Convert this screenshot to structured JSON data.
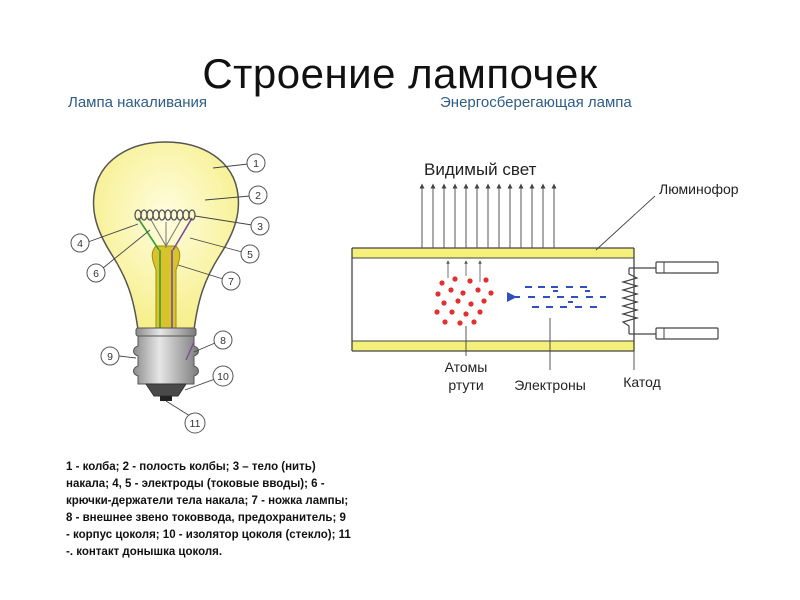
{
  "title": "Строение лампочек",
  "left_subtitle": "Лампа накаливания",
  "right_subtitle": "Энергосберегающая лампа",
  "bulb_markers": [
    "1",
    "2",
    "3",
    "4",
    "5",
    "6",
    "7",
    "8",
    "9",
    "10",
    "11"
  ],
  "legend_text": "1 - колба; 2 - полость колбы; 3 – тело (нить) накала; 4, 5 - электроды (токовые вводы); 6 - крючки-держатели тела накала; 7 - ножка лампы; 8 - внешнее звено токоввода, предохранитель; 9 - корпус цоколя; 10 - изолятор цоколя (стекло); 11 -. контакт донышка цоколя.",
  "tube_labels": {
    "visible_light": "Видимый свет",
    "phosphor": "Люминофор",
    "mercury_line1": "Атомы",
    "mercury_line2": "ртути",
    "electrons": "Электроны",
    "cathode": "Катод"
  },
  "colors": {
    "bulb_glass": "#fffcb0",
    "stem": "#d4c026",
    "lead_green": "#3a9b3a",
    "phosphor_band": "#f4f07a",
    "mercury_dot": "#e03030",
    "electron_dash": "#3050c0"
  }
}
